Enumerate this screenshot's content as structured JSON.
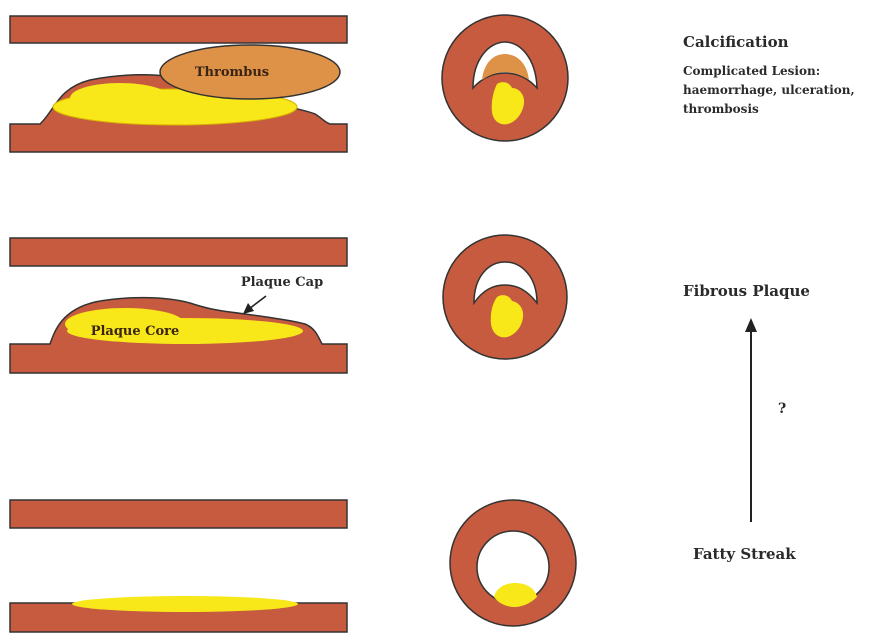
{
  "colors": {
    "wall": "#C65B3F",
    "lipid": "#F8E81A",
    "thrombus": "#DE9247",
    "outline": "#333333",
    "lumen": "#FFFFFF",
    "text": "#2A2A2A"
  },
  "labels": {
    "thrombus": "Thrombus",
    "plaque_cap": "Plaque Cap",
    "plaque_core": "Plaque Core",
    "calcification": "Calcification",
    "complicated_line1": "Complicated Lesion:",
    "complicated_line2": "haemorrhage, ulceration,",
    "complicated_line3": "thrombosis",
    "fibrous_plaque": "Fibrous Plaque",
    "question": "?",
    "fatty_streak": "Fatty Streak"
  },
  "stages": [
    {
      "name": "Complicated Lesion",
      "features": [
        "Thrombus"
      ]
    },
    {
      "name": "Fibrous Plaque",
      "features": [
        "Plaque Cap",
        "Plaque Core"
      ]
    },
    {
      "name": "Fatty Streak",
      "features": []
    }
  ]
}
